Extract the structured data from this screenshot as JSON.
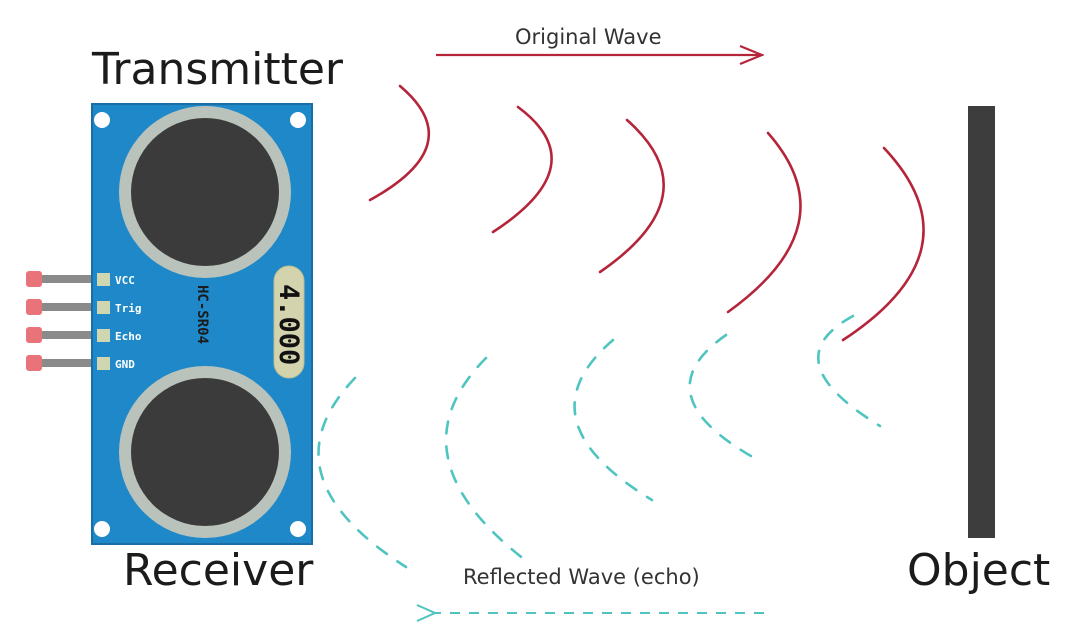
{
  "labels": {
    "transmitter": "Transmitter",
    "receiver": "Receiver",
    "object": "Object",
    "original_wave": "Original Wave",
    "reflected_wave": "Reflected Wave (echo)"
  },
  "sensor": {
    "model": "HC-SR04",
    "display": "4.000",
    "pins": [
      "VCC",
      "Trig",
      "Echo",
      "GND"
    ]
  },
  "colors": {
    "board": "#1e88c8",
    "board_edge": "#1a6ea6",
    "transducer_ring": "#b9c3bc",
    "transducer_core": "#3b3b3b",
    "original_wave": "#b5253a",
    "reflected_wave": "#4fc4c0",
    "object": "#3d3d3d",
    "pin_tip": "#e87479",
    "pin_wire": "#8a8a8a",
    "pad": "#cfd6b0",
    "lcd": "#d3d4ae"
  }
}
